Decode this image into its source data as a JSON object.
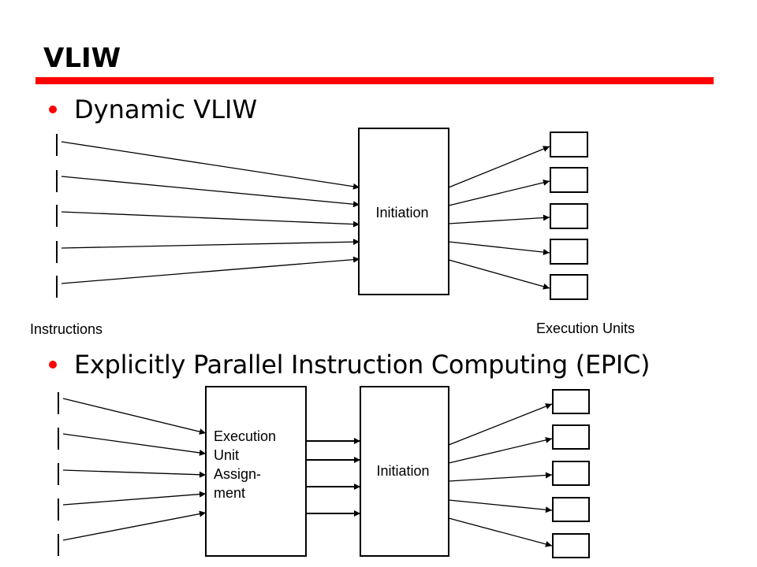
{
  "slide": {
    "title": "VLIW",
    "accent_color": "#ff0000",
    "bullet_color": "#ff0000"
  },
  "bullets": [
    {
      "text": "Dynamic VLIW"
    },
    {
      "text": "Explicitly Parallel Instruction Computing (EPIC)"
    }
  ],
  "diagram_dynamic": {
    "instructions_label": "Instructions",
    "initiation_label": "Initiation",
    "execution_units_label": "Execution Units"
  },
  "diagram_epic": {
    "assignment_label_lines": [
      "Execution",
      "Unit",
      "Assign-",
      "ment"
    ],
    "initiation_label": "Initiation"
  }
}
